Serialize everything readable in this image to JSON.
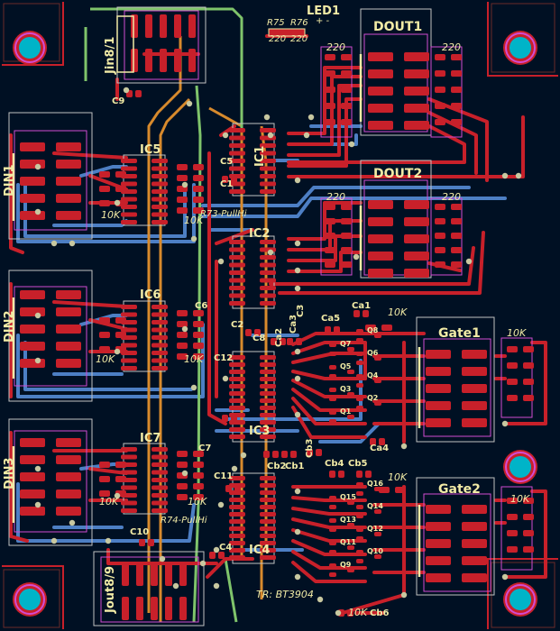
{
  "board": {
    "background": "#001023",
    "colors": {
      "copper_front": "#c8202a",
      "copper_back": "#4d7fc4",
      "silkscreen": "#f2eba6",
      "courtyard": "#c2c2c2",
      "fab": "#d24bd2",
      "via": "#c8c8a0",
      "mount_hole": "#00b4c8",
      "track_orange": "#d88a2c",
      "track_green": "#7fc46b"
    },
    "refs": {
      "jin": "Jin8/1",
      "jout": "Jout8/9",
      "led1": "LED1",
      "r75": "R75",
      "r76": "R76",
      "r75_val": "220",
      "r76_val": "220",
      "led_pins": "+ -",
      "dout1": "DOUT1",
      "dout2": "DOUT2",
      "din1": "DIN1",
      "din2": "DIN2",
      "din3": "DIN3",
      "ic1": "IC1",
      "ic2": "IC2",
      "ic3": "IC3",
      "ic4": "IC4",
      "ic5": "IC5",
      "ic6": "IC6",
      "ic7": "IC7",
      "c1": "C1",
      "c2": "C2",
      "c3": "C3",
      "c4": "C4",
      "c5": "C5",
      "c6": "C6",
      "c7": "C7",
      "c8": "C8",
      "c9": "C9",
      "c10": "C10",
      "c11": "C11",
      "c12": "C12",
      "gate1": "Gate1",
      "gate2": "Gate2",
      "ca1": "Ca1",
      "ca2": "Ca2",
      "ca3": "Ca3",
      "ca4": "Ca4",
      "ca5": "Ca5",
      "cb1": "Cb1",
      "cb2": "Cb2",
      "cb3": "Cb3",
      "cb4": "Cb4",
      "cb5": "Cb5",
      "cb6": "Cb6",
      "r73": "R73-PullHi",
      "r74": "R74-PullHi",
      "tr_note": "TR: BT3904",
      "q_upper": [
        "Q8",
        "Q6",
        "Q4",
        "Q2",
        "Q7",
        "Q5",
        "Q3",
        "Q1"
      ],
      "q_lower": [
        "Q16",
        "Q14",
        "Q12",
        "Q10",
        "Q15",
        "Q13",
        "Q11",
        "Q9"
      ]
    },
    "values": {
      "r220": "220",
      "r10k": "10K"
    }
  }
}
